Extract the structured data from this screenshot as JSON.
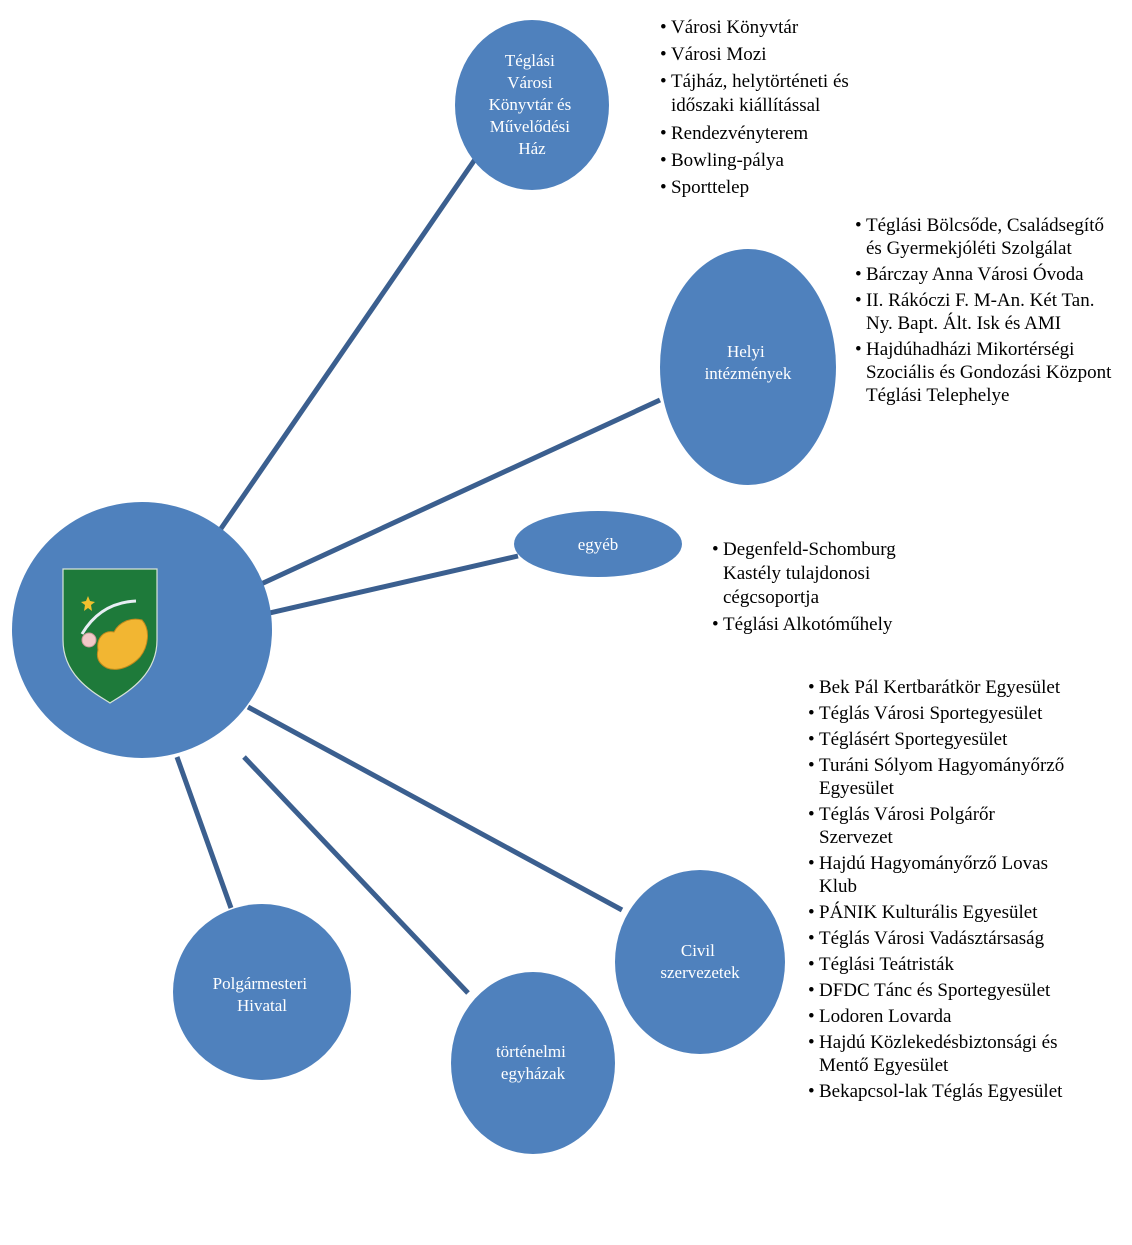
{
  "colors": {
    "node_fill": "#4F81BD",
    "connector": "#3B5F8F",
    "text": "#000000"
  },
  "center": {
    "emblem": "crest-of-teglas-shield"
  },
  "nodes": {
    "library": {
      "lines": [
        "Téglási",
        "Városi",
        "Könyvtár és",
        "Művelődési",
        "Ház"
      ]
    },
    "local": {
      "lines": [
        "Helyi",
        "intézmények"
      ]
    },
    "other": {
      "lines": [
        "egyéb"
      ]
    },
    "civil": {
      "lines": [
        "Civil",
        "szervezetek"
      ]
    },
    "churches": {
      "lines": [
        "történelmi",
        "egyházak"
      ]
    },
    "mayor": {
      "lines": [
        "Polgármesteri",
        "Hivatal"
      ]
    }
  },
  "lists": {
    "library": [
      "Városi Könyvtár",
      "Városi Mozi",
      "Tájház, helytörténeti és időszaki kiállítással",
      "Rendezvényterem",
      "Bowling-pálya",
      "Sporttelep"
    ],
    "local": [
      "Téglási Bölcsőde, Családsegítő és Gyermekjóléti Szolgálat",
      "Bárczay Anna Városi Óvoda",
      "II. Rákóczi F. M-An. Két Tan. Ny. Bapt. Ált. Isk és AMI",
      "Hajdúhadházi Mikortérségi Szociális és Gondozási Központ Téglási Telephelye"
    ],
    "other": [
      "Degenfeld-Schomburg Kastély tulajdonosi cégcsoportja",
      "Téglási Alkotóműhely"
    ],
    "civil": [
      "Bek Pál Kertbarátkör Egyesület",
      "Téglás Városi Sportegyesület",
      "Téglásért Sportegyesület",
      "Turáni Sólyom Hagyományőrző Egyesület",
      "Téglás Városi Polgárőr Szervezet",
      "Hajdú Hagyományőrző Lovas Klub",
      "PÁNIK Kulturális Egyesület",
      "Téglás Városi Vadásztársaság",
      "Téglási Teátristák",
      "DFDC Tánc és Sportegyesület",
      "Lodoren Lovarda",
      "Hajdú Közlekedésbiztonsági és Mentő Egyesület",
      "Bekapcsol-lak Téglás Egyesület"
    ]
  }
}
